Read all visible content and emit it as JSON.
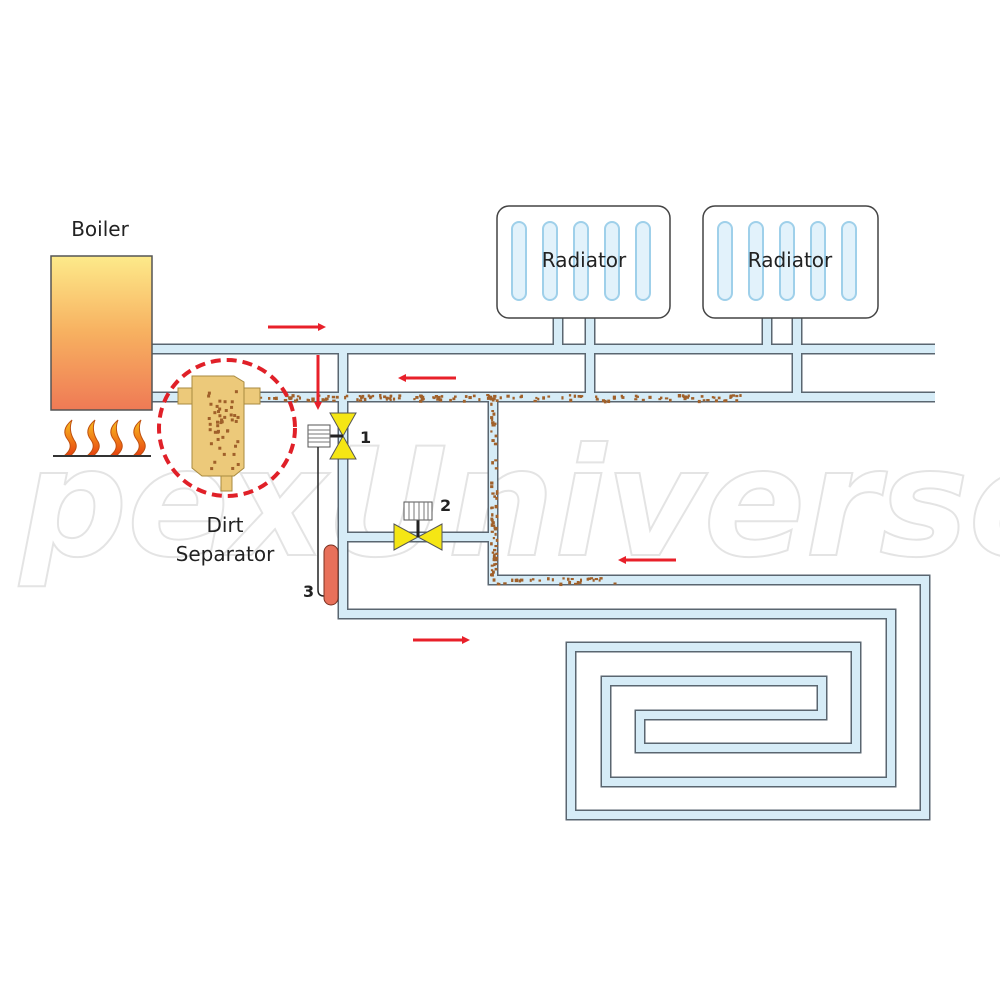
{
  "labels": {
    "boiler": "Boiler",
    "radiator_1": "Radiator",
    "radiator_2": "Radiator",
    "dirt_separator_line1": "Dirt",
    "dirt_separator_line2": "Separator",
    "valve_1": "1",
    "valve_2": "2",
    "sensor_3": "3"
  },
  "watermark": "pexUniverse",
  "colors": {
    "pipe_fill": "#d6ecf7",
    "pipe_edge": "#5a6670",
    "arrow": "#e8202a",
    "valve": "#f5e614",
    "separator": "#ecc97a",
    "dirt": "#a0602a",
    "sensor": "#e8705a"
  }
}
